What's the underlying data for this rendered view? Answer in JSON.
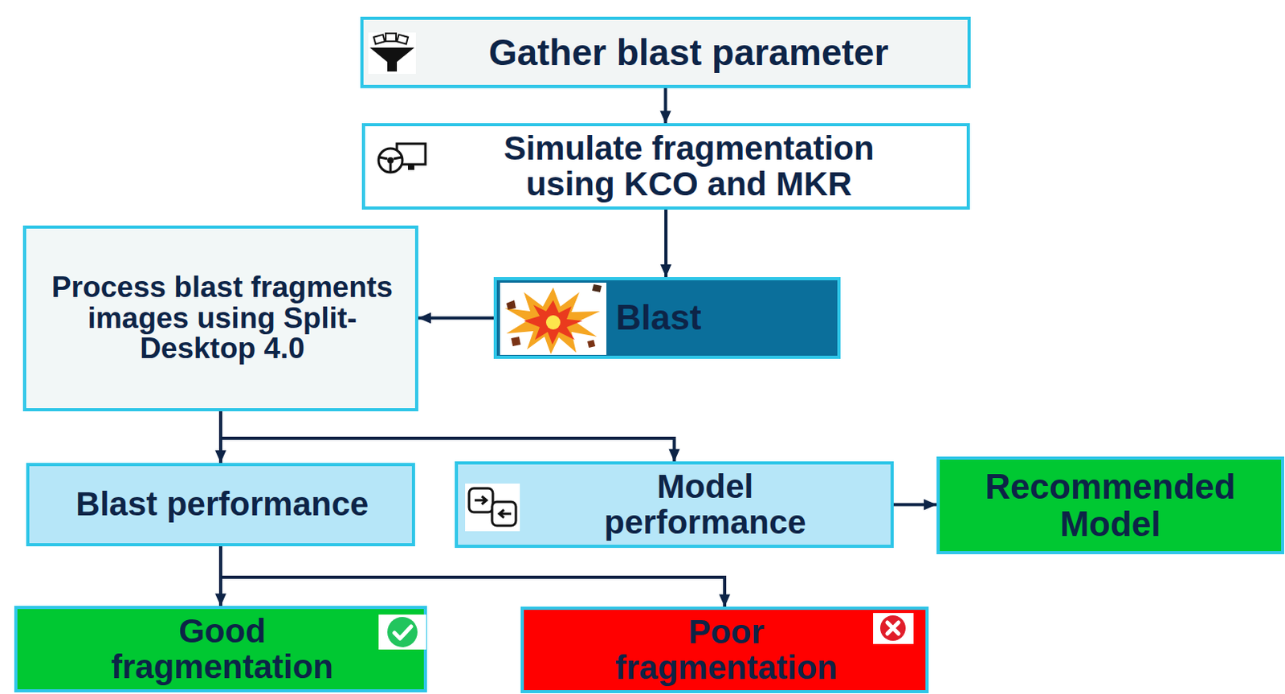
{
  "diagram": {
    "nodes": [
      {
        "text": [
          "Gather blast parameter"
        ]
      },
      {
        "text": [
          "Simulate fragmentation using KCO and MKR"
        ]
      },
      {
        "text": [
          "Blast"
        ]
      },
      {
        "text": [
          "Process blast fragments images using Split-Desktop 4.0"
        ]
      },
      {
        "text": [
          "Blast performance"
        ]
      },
      {
        "text": [
          "Model performance"
        ]
      },
      {
        "text": [
          "Recommended Model"
        ]
      },
      {
        "text": [
          "Good fragmentation"
        ]
      },
      {
        "text": [
          "Poor fragmentation"
        ]
      }
    ],
    "edges": [
      {
        "from": 0,
        "to": 1,
        "arrow": "to"
      },
      {
        "from": 1,
        "to": 2,
        "arrow": "to"
      },
      {
        "from": 2,
        "to": 3,
        "arrow": "to"
      },
      {
        "from": 3,
        "to": 4,
        "arrow": "to"
      },
      {
        "from": 3,
        "to": 5,
        "arrow": "to"
      },
      {
        "from": 5,
        "to": 6,
        "arrow": "to"
      },
      {
        "from": 4,
        "to": 7,
        "arrow": "to"
      },
      {
        "from": 4,
        "to": 8,
        "arrow": "to"
      }
    ]
  }
}
